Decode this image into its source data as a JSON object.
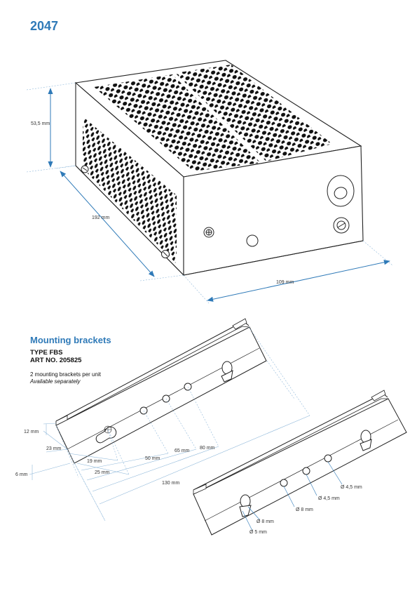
{
  "title": "2047",
  "dimensions": {
    "height": "53,5 mm",
    "depth": "192 mm",
    "width": "109 mm"
  },
  "brackets": {
    "heading": "Mounting brackets",
    "type": "TYPE FBS",
    "art_no": "ART NO. 205825",
    "note": "2 mounting brackets per unit",
    "availability": "Available separately",
    "dims": {
      "d12": "12 mm",
      "d23": "23 mm",
      "d6": "6 mm",
      "d19": "19 mm",
      "d25": "25 mm",
      "d50": "50 mm",
      "d65": "65 mm",
      "d80": "80 mm",
      "d130": "130 mm"
    },
    "holes": {
      "h1": "Ø 4,5 mm",
      "h2": "Ø 4,5 mm",
      "h3": "Ø 8 mm",
      "h4": "Ø 5 mm"
    }
  },
  "colors": {
    "accent": "#2f7ab8",
    "dimline": "#8fb8da"
  }
}
